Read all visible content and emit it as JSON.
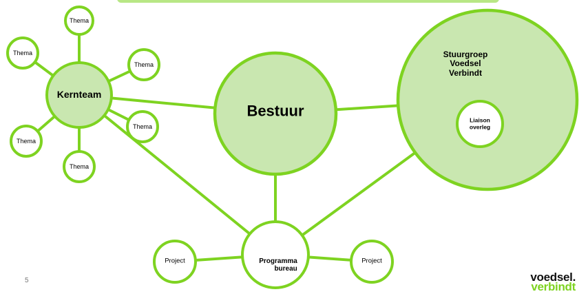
{
  "colors": {
    "accent": "#7ed321",
    "fill_light": "#c9e7b0",
    "fill_white": "#ffffff",
    "text": "#000000"
  },
  "nodes": {
    "kernteam": {
      "label": "Kernteam",
      "fill": "light"
    },
    "bestuur": {
      "label": "Bestuur",
      "fill": "light"
    },
    "stuurgroep": {
      "label": "Stuurgroep\nVoedsel\nVerbindt",
      "fill": "light"
    },
    "liaison": {
      "label": "Liaison\noverleg",
      "fill": "white"
    },
    "programma": {
      "label": "Programma\nbureau",
      "fill": "white"
    },
    "project_left": {
      "label": "Project",
      "fill": "white"
    },
    "project_right": {
      "label": "Project",
      "fill": "white"
    },
    "thema_top": {
      "label": "Thema",
      "fill": "white"
    },
    "thema_upper_left": {
      "label": "Thema",
      "fill": "white"
    },
    "thema_upper_right": {
      "label": "Thema",
      "fill": "white"
    },
    "thema_lower_right": {
      "label": "Thema",
      "fill": "white"
    },
    "thema_lower_left": {
      "label": "Thema",
      "fill": "white"
    },
    "thema_bottom": {
      "label": "Thema",
      "fill": "white"
    }
  },
  "edges": [
    [
      "kernteam",
      "thema_top"
    ],
    [
      "kernteam",
      "thema_upper_left"
    ],
    [
      "kernteam",
      "thema_upper_right"
    ],
    [
      "kernteam",
      "thema_lower_right"
    ],
    [
      "kernteam",
      "thema_lower_left"
    ],
    [
      "kernteam",
      "thema_bottom"
    ],
    [
      "kernteam",
      "bestuur"
    ],
    [
      "kernteam",
      "programma"
    ],
    [
      "bestuur",
      "programma"
    ],
    [
      "bestuur",
      "stuurgroep"
    ],
    [
      "stuurgroep",
      "programma"
    ],
    [
      "programma",
      "project_left"
    ],
    [
      "programma",
      "project_right"
    ]
  ],
  "page_number": "5",
  "logo": {
    "line1": "voedsel",
    "dot": ".",
    "line2": "verbindt"
  }
}
